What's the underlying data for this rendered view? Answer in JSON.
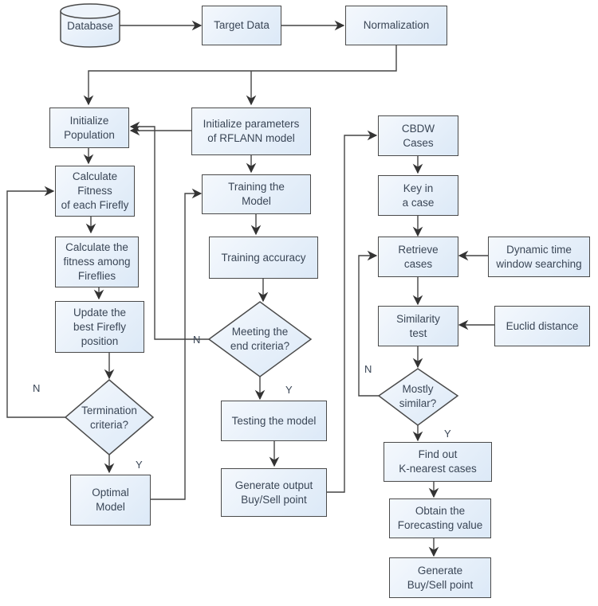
{
  "diagram": {
    "colors": {
      "box_fill_light": "#f4f8fd",
      "box_fill_dark": "#dce9f7",
      "stroke": "#4a4a4a",
      "text": "#3a4656"
    },
    "nodes": {
      "database": "Database",
      "target_data": "Target Data",
      "normalization": "Normalization",
      "init_population": "Initialize\nPopulation",
      "calc_fitness": "Calculate\nFitness\nof each Firefly",
      "calc_fitness_among": "Calculate  the\nfitness among\nFireflies",
      "update_best": "Update the\nbest  Firefly\nposition",
      "termination": "Termination\ncriteria?",
      "optimal_model": "Optimal\nModel",
      "init_params": "Initialize  parameters\nof RFLANN model",
      "training_model": "Training the\nModel",
      "training_accuracy": "Training accuracy",
      "meeting_end": "Meeting the\nend criteria?",
      "testing_model": "Testing the model",
      "generate_output": "Generate output\nBuy/Sell point",
      "cbdw_cases": "CBDW\nCases",
      "key_in_case": "Key in\na case",
      "retrieve_cases": "Retrieve\ncases",
      "dynamic_window": "Dynamic time\nwindow searching",
      "similarity_test": "Similarity\ntest",
      "euclid_distance": "Euclid distance",
      "mostly_similar": "Mostly\nsimilar?",
      "k_nearest": "Find out\nK-nearest cases",
      "forecasting_value": "Obtain the\nForecasting value",
      "generate_buy_sell": "Generate\nBuy/Sell point"
    },
    "edge_labels": {
      "termination_no": "N",
      "termination_yes": "Y",
      "meeting_no": "N",
      "meeting_yes": "Y",
      "similar_no": "N",
      "similar_yes": "Y"
    }
  }
}
